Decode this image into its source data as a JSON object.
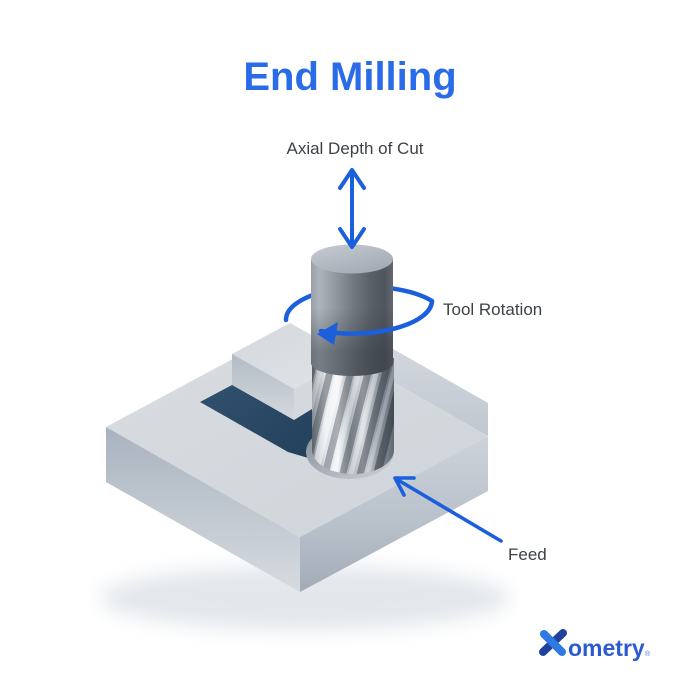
{
  "title": "End Milling",
  "annotations": {
    "axial_depth": "Axial Depth of Cut",
    "tool_rotation": "Tool Rotation",
    "feed": "Feed"
  },
  "brand": {
    "wordmark": "ometry",
    "registered": "®"
  },
  "colors": {
    "title_blue": "#2a6ce8",
    "arrow_blue": "#1b5fdd",
    "label_gray": "#3d4247",
    "slot_navy": "#2b4c6b",
    "workpiece_light_gray": "#d5dade",
    "workpiece_shaded_gray": "#a9b3be",
    "tool_shank_dark": "#5a6068",
    "tool_flute_light": "#dfe3e7",
    "logo_x_navy": "#20429f",
    "logo_x_blue": "#2e79e2",
    "logo_wordmark_blue": "#2b5bd0",
    "background": "#ffffff"
  }
}
